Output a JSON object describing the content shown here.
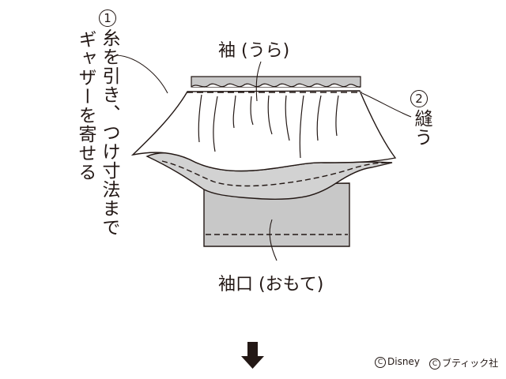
{
  "step1": {
    "number": "1",
    "line1": "糸を引き、つけ寸法まで",
    "line2": "ギャザーを寄せる"
  },
  "step2": {
    "number": "2",
    "text": "縫う"
  },
  "labels": {
    "sleeve": "袖 (うら)",
    "cuff": "袖口 (おもて)"
  },
  "credits": {
    "disney": "Disney",
    "publisher": "ブティック社",
    "symbol": "C"
  },
  "colors": {
    "line": "#231815",
    "fabric_gray": "#cfcfcf",
    "band_gray": "#c8c8c8",
    "background": "#ffffff"
  },
  "icons": {
    "next_arrow": "arrow-down-icon"
  }
}
